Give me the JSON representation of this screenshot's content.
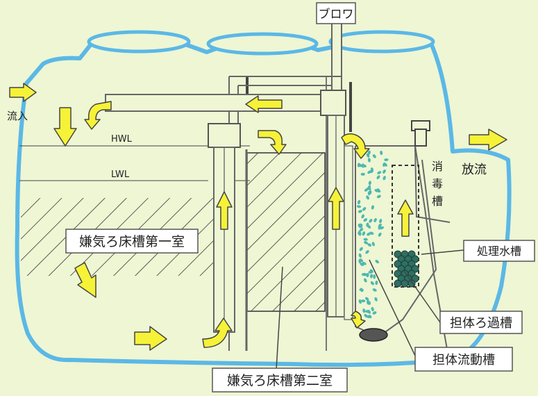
{
  "labels": {
    "blower": "ブロワ",
    "inflow": "流入",
    "outflow": "放流",
    "hwl": "HWL",
    "lwl": "LWL",
    "chamber1": "嫌気ろ床槽第一室",
    "chamber2": "嫌気ろ床槽第二室",
    "disinfection": [
      "消",
      "毒",
      "槽"
    ],
    "treated_water": "処理水槽",
    "carrier_filter": "担体ろ過槽",
    "carrier_fluid": "担体流動槽"
  },
  "colors": {
    "background": "#eef6d4",
    "tank_outline": "#5bb8e6",
    "arrow_fill": "#f6f238",
    "arrow_stroke": "#444444",
    "hatch": "#333333",
    "media_dots": "#4fb8b0",
    "filter_balls": "#2f6f63"
  }
}
